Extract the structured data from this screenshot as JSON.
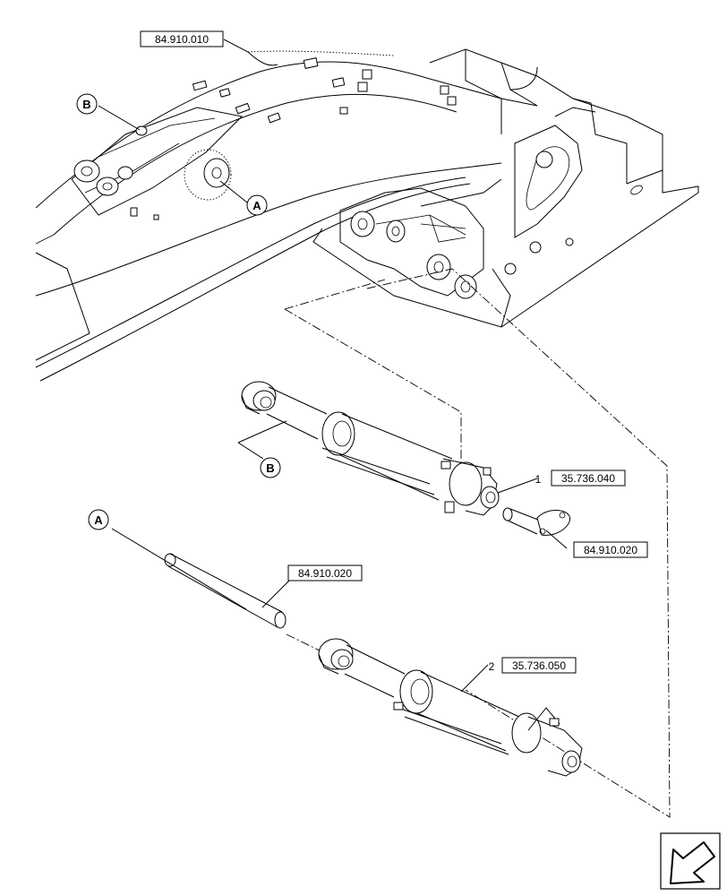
{
  "references": {
    "boom_ref": "84.910.010",
    "pin_ref_upper": "84.910.020",
    "pin_ref_lower": "84.910.020",
    "cylinder_1_ref": "35.736.040",
    "cylinder_2_ref": "35.736.050"
  },
  "items": {
    "item_1": "1",
    "item_2": "2"
  },
  "callouts": {
    "a_upper": "A",
    "a_lower": "A",
    "b_upper": "B",
    "b_lower": "B"
  },
  "icons": {
    "nav": "previous-page-arrow-icon"
  }
}
